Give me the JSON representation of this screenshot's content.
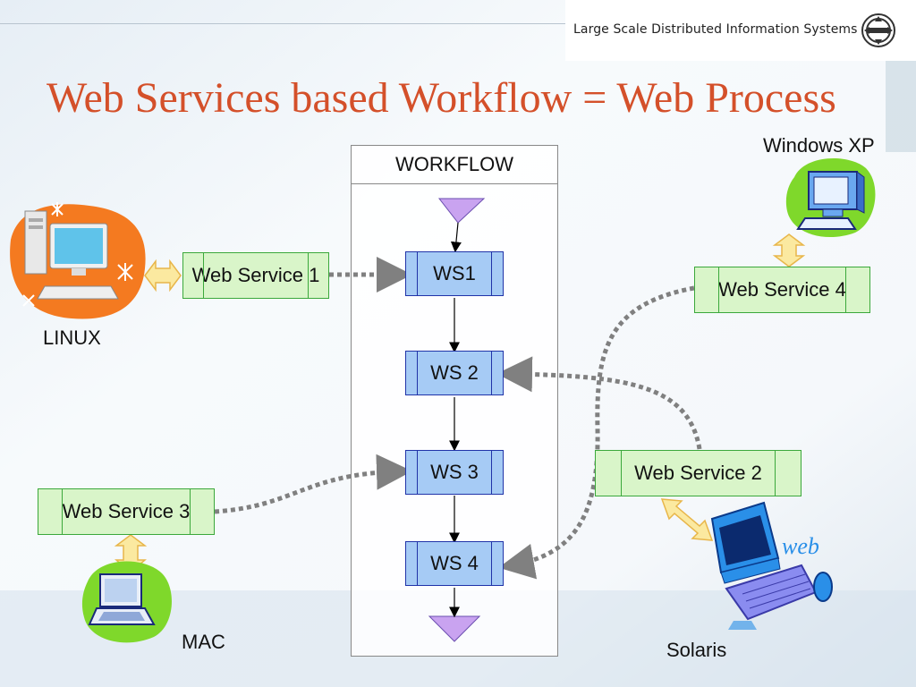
{
  "header": {
    "text": "Large Scale Distributed Information Systems"
  },
  "title": "Web Services based Workflow = Web Process",
  "workflow": {
    "heading": "WORKFLOW",
    "steps": [
      "WS1",
      "WS 2",
      "WS 3",
      "WS 4"
    ]
  },
  "services": {
    "ws1": "Web Service 1",
    "ws2": "Web Service 2",
    "ws3": "Web Service 3",
    "ws4": "Web Service 4"
  },
  "platforms": {
    "linux": "LINUX",
    "mac": "MAC",
    "windows": "Windows XP",
    "solaris": "Solaris",
    "web_tag": "web"
  },
  "colors": {
    "title": "#d4502a",
    "ws_fill": "#a6cbf5",
    "service_fill": "#d9f5c9",
    "triangle": "#c9a3f0",
    "dotted_link": "#808080",
    "double_arrow": "#fbe9a0"
  },
  "icons": [
    "computer-icon",
    "laptop-icon",
    "monitor-icon",
    "web-terminal-icon",
    "double-arrow-icon",
    "start-triangle-icon",
    "end-triangle-icon"
  ]
}
